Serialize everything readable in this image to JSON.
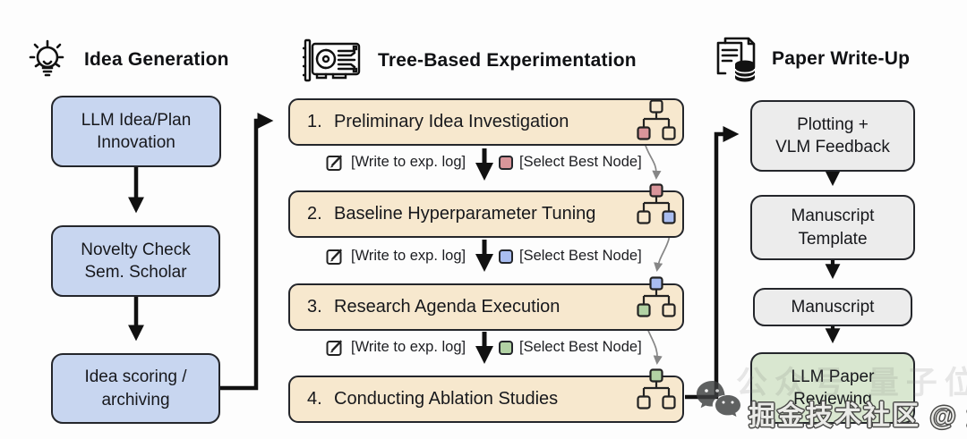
{
  "columns": {
    "idea": {
      "header": "Idea Generation",
      "box_color": "#c8d6f0",
      "boxes": [
        {
          "label": "LLM Idea/Plan\nInnovation"
        },
        {
          "label": "Novelty Check\nSem. Scholar"
        },
        {
          "label": "Idea scoring /\narchiving"
        }
      ]
    },
    "experiment": {
      "header": "Tree-Based Experimentation",
      "box_color": "#f7e8ce",
      "boxes": [
        {
          "num": "1.",
          "title": "Preliminary Idea Investigation",
          "tree": {
            "root": "#f7e8ce",
            "left": "#d9959a",
            "right": "#f7e8ce"
          }
        },
        {
          "num": "2.",
          "title": "Baseline Hyperparameter Tuning",
          "tree": {
            "root": "#d9959a",
            "left": "#f7e8ce",
            "right": "#a9bdf0"
          }
        },
        {
          "num": "3.",
          "title": "Research Agenda Execution",
          "tree": {
            "root": "#a9bdf0",
            "left": "#b2d2a4",
            "right": "#f7e8ce"
          }
        },
        {
          "num": "4.",
          "title": "Conducting Ablation Studies",
          "tree": {
            "root": "#b2d2a4",
            "left": "#f7e8ce",
            "right": "#f7e8ce"
          }
        }
      ],
      "rows": [
        {
          "write_log": "[Write to exp. log]",
          "select_node": "[Select Best Node]",
          "node_color": "#d9959a"
        },
        {
          "write_log": "[Write to exp. log]",
          "select_node": "[Select Best Node]",
          "node_color": "#a9bdf0"
        },
        {
          "write_log": "[Write to exp. log]",
          "select_node": "[Select Best Node]",
          "node_color": "#b2d2a4"
        }
      ]
    },
    "writeup": {
      "header": "Paper Write-Up",
      "boxes": [
        {
          "label": "Plotting +\nVLM Feedback",
          "color": "#ececec"
        },
        {
          "label": "Manuscript\nTemplate",
          "color": "#ececec"
        },
        {
          "label": "Manuscript",
          "color": "#ececec"
        },
        {
          "label": "LLM Paper\nReviewing",
          "color": "#d9e7d0"
        }
      ]
    }
  },
  "watermark": {
    "main": "掘金技术社区 @ 量子位",
    "faint": "公众号 量子位"
  },
  "colors": {
    "border": "#24262b",
    "arrow": "#111111",
    "tree_connector": "#868686"
  }
}
